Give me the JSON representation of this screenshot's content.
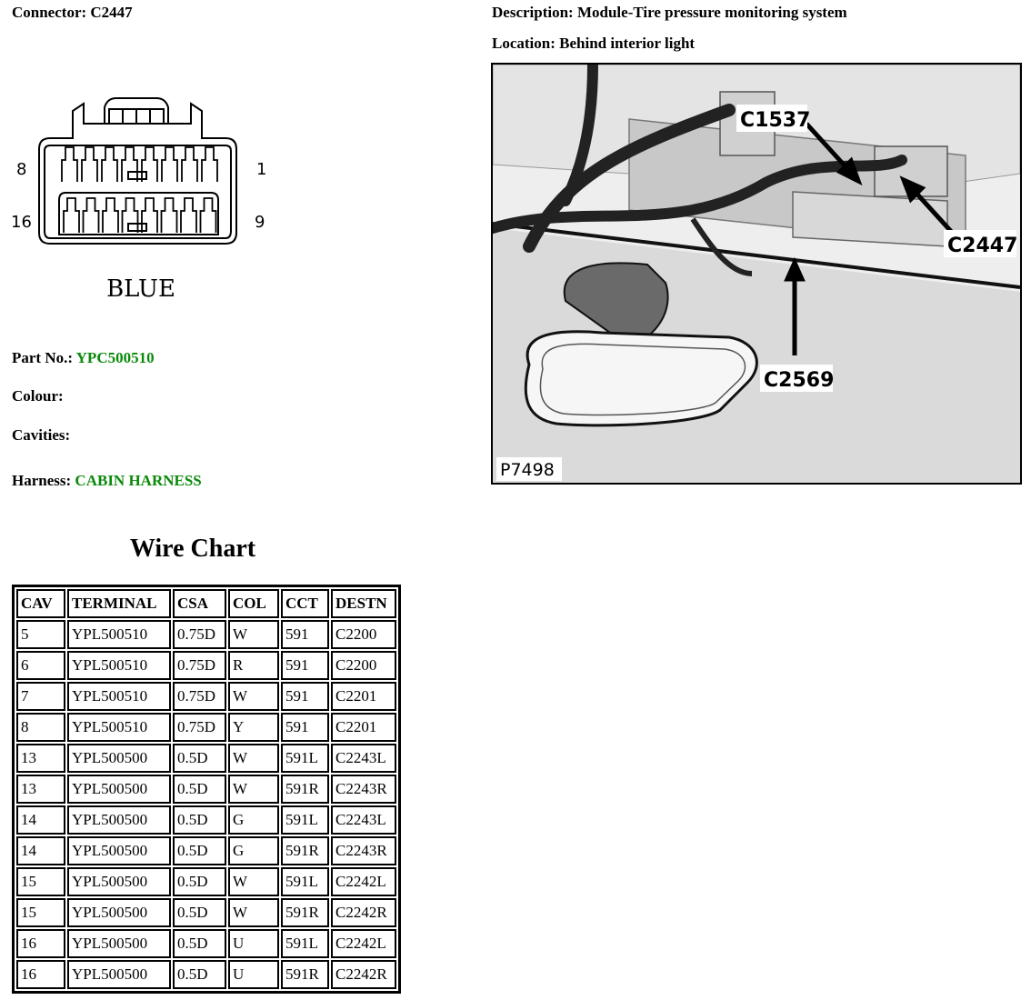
{
  "header": {
    "connector_label": "Connector:",
    "connector_value": "C2447",
    "description_label": "Description:",
    "description_value": "Module-Tire pressure monitoring system",
    "location_label": "Location:",
    "location_value": "Behind interior light"
  },
  "connector": {
    "pin_top_left": "8",
    "pin_top_right": "1",
    "pin_bottom_left": "16",
    "pin_bottom_right": "9",
    "color_text": "BLUE"
  },
  "photo": {
    "callouts": [
      "C1537",
      "C2447",
      "C2569"
    ],
    "ref": "P7498"
  },
  "info": {
    "part_label": "Part No.:",
    "part_value": "YPC500510",
    "colour_label": "Colour:",
    "cavities_label": "Cavities:",
    "harness_label": "Harness:",
    "harness_value": "CABIN HARNESS",
    "accent_color": "#0a8a0a"
  },
  "wire_chart": {
    "title": "Wire Chart",
    "headers": [
      "CAV",
      "TERMINAL",
      "CSA",
      "COL",
      "CCT",
      "DESTN"
    ],
    "rows": [
      [
        "5",
        "YPL500510",
        "0.75D",
        "W",
        "591",
        "C2200"
      ],
      [
        "6",
        "YPL500510",
        "0.75D",
        "R",
        "591",
        "C2200"
      ],
      [
        "7",
        "YPL500510",
        "0.75D",
        "W",
        "591",
        "C2201"
      ],
      [
        "8",
        "YPL500510",
        "0.75D",
        "Y",
        "591",
        "C2201"
      ],
      [
        "13",
        "YPL500500",
        "0.5D",
        "W",
        "591L",
        "C2243L"
      ],
      [
        "13",
        "YPL500500",
        "0.5D",
        "W",
        "591R",
        "C2243R"
      ],
      [
        "14",
        "YPL500500",
        "0.5D",
        "G",
        "591L",
        "C2243L"
      ],
      [
        "14",
        "YPL500500",
        "0.5D",
        "G",
        "591R",
        "C2243R"
      ],
      [
        "15",
        "YPL500500",
        "0.5D",
        "W",
        "591L",
        "C2242L"
      ],
      [
        "15",
        "YPL500500",
        "0.5D",
        "W",
        "591R",
        "C2242R"
      ],
      [
        "16",
        "YPL500500",
        "0.5D",
        "U",
        "591L",
        "C2242L"
      ],
      [
        "16",
        "YPL500500",
        "0.5D",
        "U",
        "591R",
        "C2242R"
      ]
    ]
  }
}
